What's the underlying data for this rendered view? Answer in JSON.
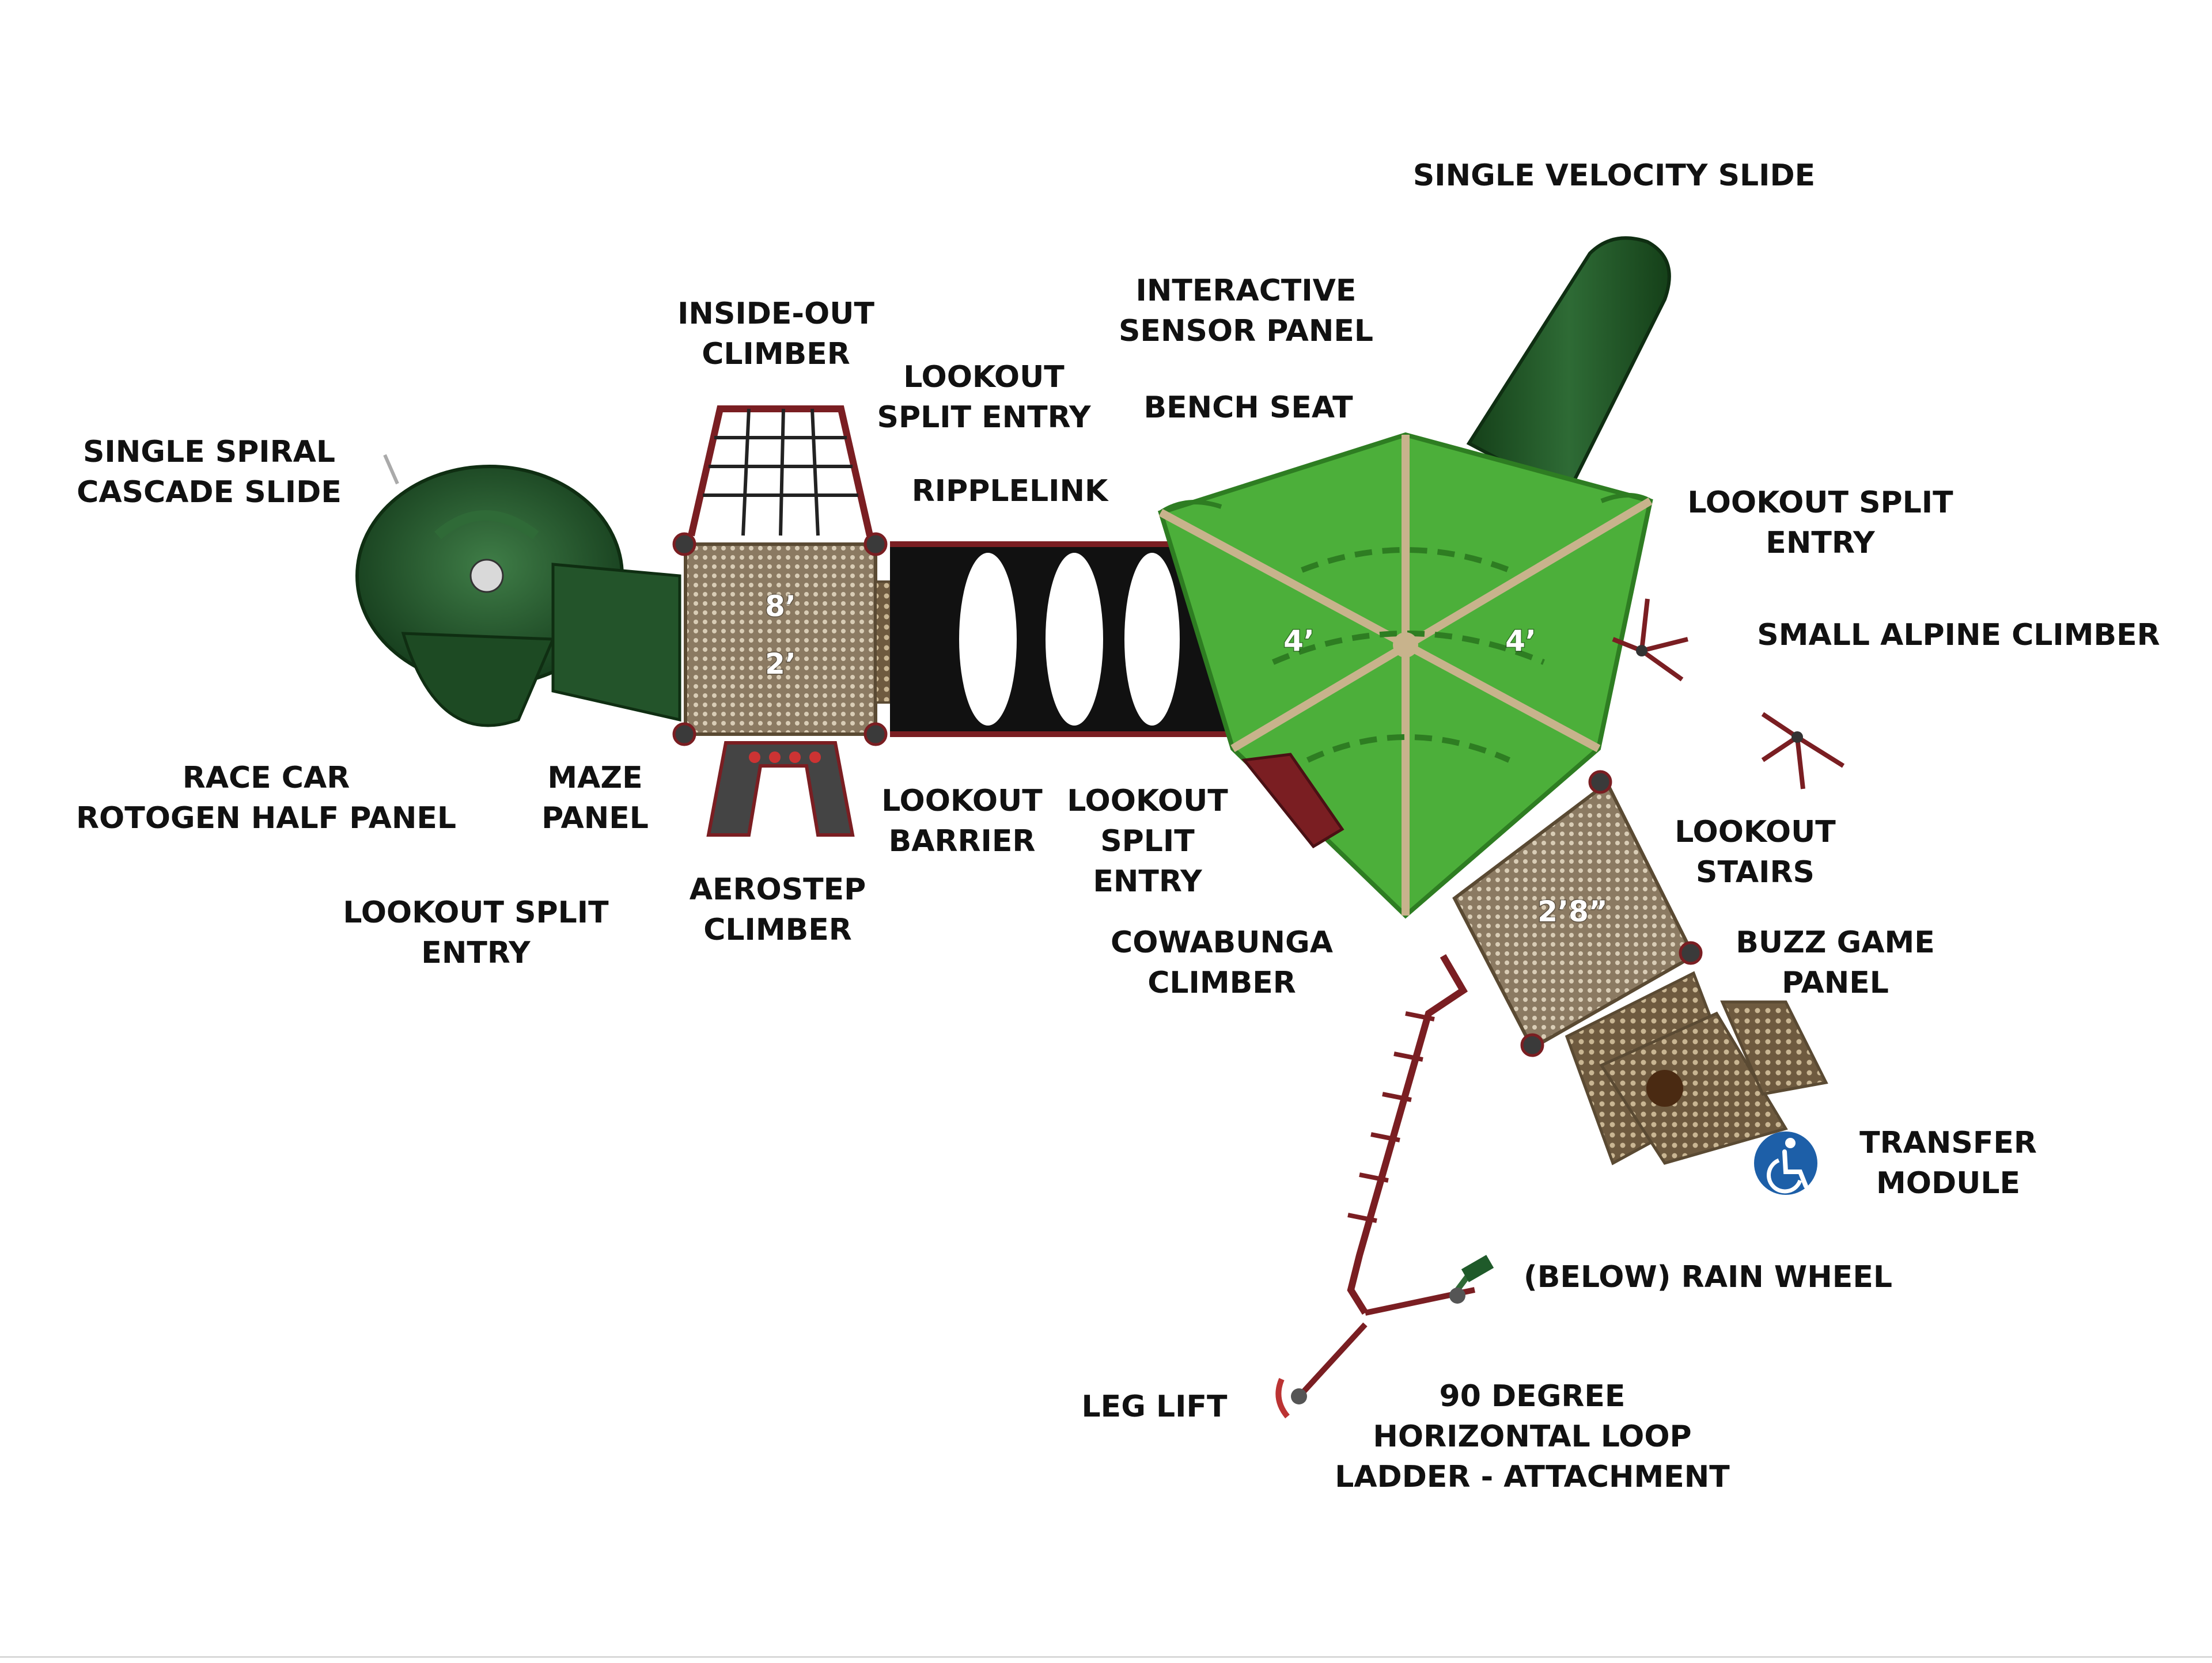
{
  "labels": {
    "single_velocity_slide": "SINGLE VELOCITY SLIDE",
    "interactive_sensor_panel": [
      "INTERACTIVE",
      "SENSOR PANEL"
    ],
    "inside_out_climber": [
      "INSIDE-OUT",
      "CLIMBER"
    ],
    "lookout_split_entry_top": [
      "LOOKOUT",
      "SPLIT ENTRY"
    ],
    "bench_seat": "BENCH SEAT",
    "single_spiral_cascade_slide": [
      "SINGLE SPIRAL",
      "CASCADE SLIDE"
    ],
    "ripplelink": "RIPPLELINK",
    "lookout_split_entry_right": [
      "LOOKOUT SPLIT",
      "ENTRY"
    ],
    "small_alpine_climber": "SMALL ALPINE CLIMBER",
    "race_car_rotogen_half_panel": [
      "RACE CAR",
      "ROTOGEN HALF PANEL"
    ],
    "maze_panel": [
      "MAZE",
      "PANEL"
    ],
    "lookout_barrier": [
      "LOOKOUT",
      "BARRIER"
    ],
    "lookout_split_entry_center": [
      "LOOKOUT",
      "SPLIT",
      "ENTRY"
    ],
    "lookout_stairs": [
      "LOOKOUT",
      "STAIRS"
    ],
    "aerostep_climber": [
      "AEROSTEP",
      "CLIMBER"
    ],
    "lookout_split_entry_left": [
      "LOOKOUT SPLIT",
      "ENTRY"
    ],
    "cowabunga_climber": [
      "COWABUNGA",
      "CLIMBER"
    ],
    "buzz_game_panel": [
      "BUZZ GAME",
      "PANEL"
    ],
    "transfer_module": [
      "TRANSFER",
      "MODULE"
    ],
    "rain_wheel": "(BELOW) RAIN WHEEL",
    "leg_lift": "LEG LIFT",
    "horizontal_loop_ladder": [
      "90 DEGREE",
      "HORIZONTAL LOOP",
      "LADDER - ATTACHMENT"
    ]
  },
  "deck_heights": {
    "left_deck_upper": "8’",
    "left_deck_lower": "2’",
    "hex_left": "4’",
    "hex_right": "4’",
    "right_deck": "2’8”"
  },
  "icons": {
    "accessibility": "wheelchair-accessibility-icon"
  },
  "colors": {
    "slide_green": "#1f5a2a",
    "roof_green": "#4caf3a",
    "post_red": "#7a1e22",
    "deck_brown": "#8b7a62",
    "tube_black": "#111111",
    "access_blue": "#1d5fa8"
  }
}
